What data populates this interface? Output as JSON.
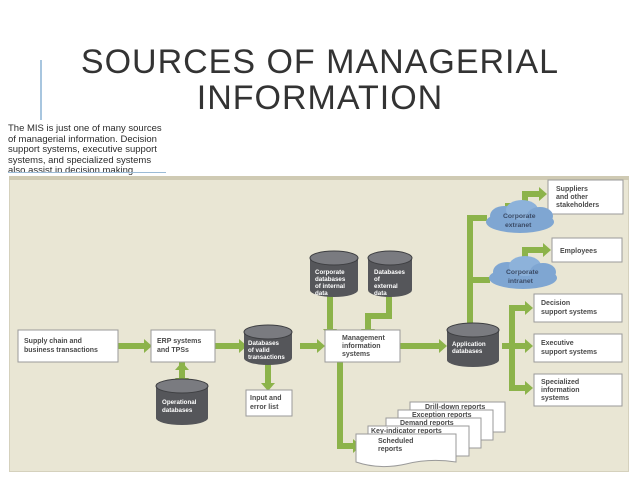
{
  "title": {
    "line1": "SOURCES OF MANAGERIAL",
    "line2": "INFORMATION"
  },
  "caption": {
    "line1": "The MIS is just one of many sources",
    "line2": "of managerial information. Decision",
    "line3": "support systems, executive support",
    "line4": "systems, and specialized systems",
    "line5": "also assist in decision making."
  },
  "colors": {
    "panel": "#e9e6d4",
    "arrow": "#8cb34a",
    "database": "#55565a",
    "cloud": "#6f9ac9",
    "box_border": "#9a9a9a"
  },
  "diagram": {
    "supply_chain": [
      "Supply chain and",
      "business transactions"
    ],
    "erp": [
      "ERP systems",
      "and TPSs"
    ],
    "operational_db": [
      "Operational",
      "databases"
    ],
    "valid_db": [
      "Databases",
      "of valid",
      "transactions"
    ],
    "input_error": [
      "Input and",
      "error list"
    ],
    "corporate_db": [
      "Corporate",
      "databases",
      "of internal",
      "data"
    ],
    "external_db": [
      "Databases",
      "of",
      "external",
      "data"
    ],
    "mis": [
      "Management",
      "information",
      "systems"
    ],
    "application_db": [
      "Application",
      "databases"
    ],
    "extranet": [
      "Corporate",
      "extranet"
    ],
    "intranet": [
      "Corporate",
      "intranet"
    ],
    "suppliers": [
      "Suppliers",
      "and other",
      "stakeholders"
    ],
    "employees": [
      "Employees"
    ],
    "dss": [
      "Decision",
      "support systems"
    ],
    "ess": [
      "Executive",
      "support systems"
    ],
    "specialized": [
      "Specialized",
      "information",
      "systems"
    ],
    "reports": {
      "drill_down": "Drill-down reports",
      "exception": "Exception reports",
      "demand": "Demand reports",
      "key_indicator": "Key-indicator reports",
      "scheduled": [
        "Scheduled",
        "reports"
      ]
    }
  }
}
